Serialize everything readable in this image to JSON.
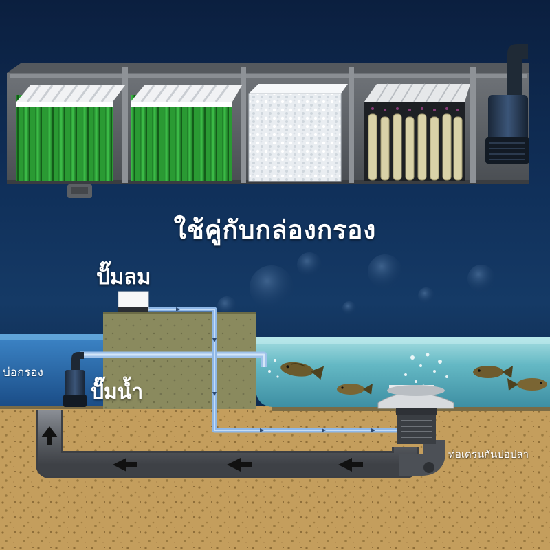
{
  "caption": "ใช้คู่กับกล่องกรอง",
  "labels": {
    "air_pump": "ปั๊มลม",
    "filter_pond": "บ่อกรอง",
    "water_pump": "ปั๊มน้ำ",
    "drain": "ท่อเดรนกันบ่อปลา"
  },
  "filter_box": {
    "compartments": [
      "green-filter-brush",
      "green-filter-brush",
      "white-filter-wool",
      "bio-filter-tubes",
      "submersible-pump"
    ]
  },
  "colors": {
    "background": "#10305a",
    "water": "#5fb7c2",
    "soil": "#c2a060",
    "pipe": "#6b6e74",
    "air_line": "#a8c8ee",
    "filter_green": "#2fa836"
  }
}
